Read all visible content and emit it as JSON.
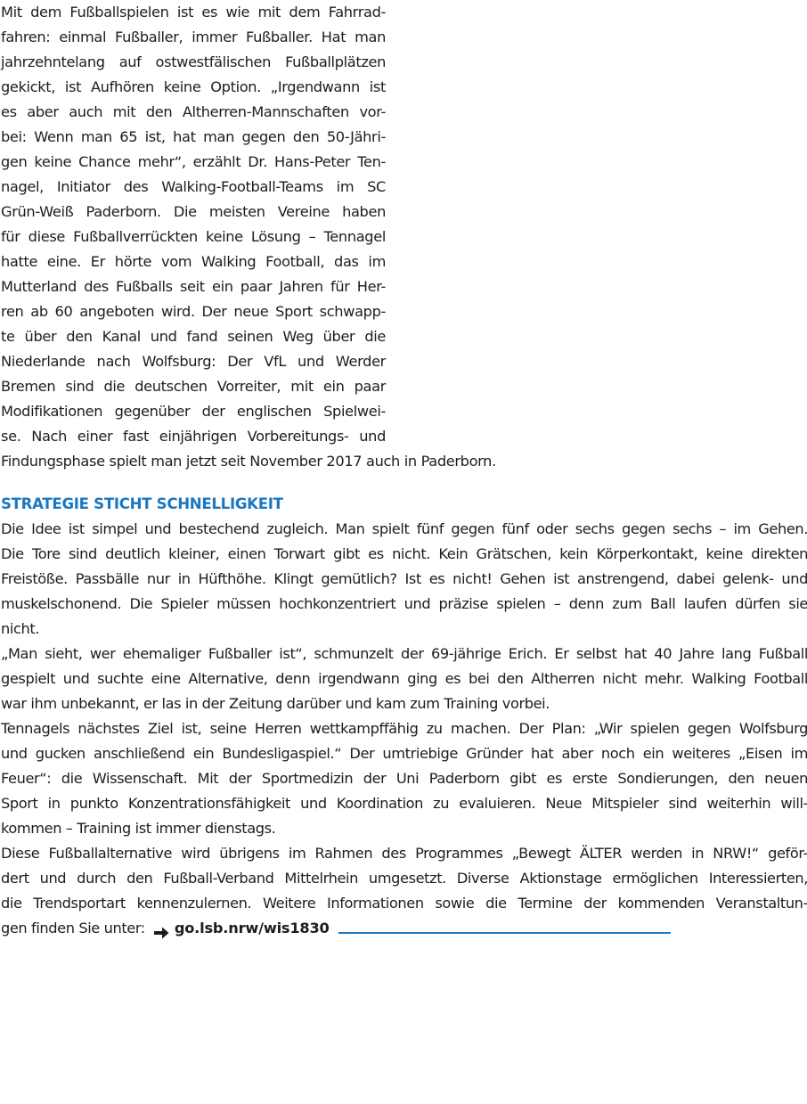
{
  "intro": {
    "lines": [
      "Mit dem Fußballspielen ist es wie mit dem Fahrrad-",
      "fahren: einmal Fußballer, immer Fußballer. Hat man",
      "jahrzehntelang auf ostwestfälischen Fußballplätzen",
      "gekickt, ist Aufhören keine Option. „Irgendwann ist",
      "es aber auch mit den Altherren-Mannschaften vor-",
      "bei: Wenn man 65 ist, hat man gegen den 50-Jähri-",
      "gen keine Chance mehr“, erzählt Dr. Hans-Peter Ten-",
      "nagel, Initiator des Walking-Football-Teams im SC",
      "Grün-Weiß Paderborn. Die meisten Vereine haben",
      "für diese Fußballverrückten keine Lösung – Tennagel",
      "hatte eine. Er hörte vom Walking Football, das im",
      "Mutterland des Fußballs seit ein paar Jahren für Her-",
      "ren ab 60 angeboten wird. Der neue Sport schwapp-",
      "te über den Kanal und fand seinen Weg über die",
      "Niederlande nach Wolfsburg: Der VfL und Werder",
      "Bremen sind die deutschen Vorreiter, mit ein paar",
      "Modifikationen gegenüber der englischen Spielwei-",
      "se. Nach einer fast einjährigen Vorbereitungs- und"
    ],
    "final_line": "Findungsphase spielt man jetzt seit November 2017 auch in Paderborn."
  },
  "section": {
    "heading": "STRATEGIE STICHT SCHNELLIGKEIT",
    "lines": [
      "Die Idee ist simpel und bestechend zugleich. Man spielt fünf gegen fünf oder sechs gegen sechs – im Gehen.",
      "Die Tore sind deutlich kleiner, einen Torwart gibt es nicht. Kein Grätschen, kein Körperkontakt, keine direkten",
      "Freistöße. Passbälle nur in Hüfthöhe. Klingt gemütlich? Ist es nicht! Gehen ist anstrengend, dabei gelenk- und",
      "muskelschonend. Die Spieler müssen hochkonzentriert und präzise spielen – denn zum Ball laufen dürfen sie",
      "nicht.",
      "„Man sieht, wer ehemaliger Fußballer ist“, schmunzelt der 69-jährige Erich. Er selbst hat 40 Jahre lang Fußball",
      "gespielt und suchte eine Alternative, denn irgendwann ging es bei den Altherren nicht mehr. Walking Football",
      "war ihm unbekannt, er las in der Zeitung darüber und kam zum Training vorbei.",
      "Tennagels nächstes Ziel ist, seine Herren wettkampffähig zu machen. Der Plan: „Wir spielen gegen Wolfsburg",
      "und gucken anschließend ein Bundesligaspiel.“ Der umtriebige Gründer hat aber noch ein weiteres „Eisen im",
      "Feuer“: die Wissenschaft. Mit der Sportmedizin der Uni Paderborn gibt es erste Sondierungen, den neuen",
      "Sport in punkto Konzentrationsfähigkeit und Koordination zu evaluieren. Neue Mitspieler sind weiterhin will-",
      "kommen – Training ist immer dienstags.",
      "Diese Fußballalternative wird übrigens im Rahmen des Programmes „Bewegt ÄLTER werden in NRW!“ geför-",
      "dert und durch den Fußball-Verband Mittelrhein umgesetzt. Diverse Aktionstage ermöglichen Interessierten,",
      "die Trendsportart kennenzulernen. Weitere Informationen sowie die Termine der kommenden Veranstaltun-"
    ],
    "link_prefix": "gen finden Sie unter:",
    "link_url": "go.lsb.nrw/wis1830"
  },
  "colors": {
    "accent": "#1a78c2",
    "text": "#1d1d1b"
  },
  "icons": {
    "link_arrow": "arrow-right-icon"
  }
}
